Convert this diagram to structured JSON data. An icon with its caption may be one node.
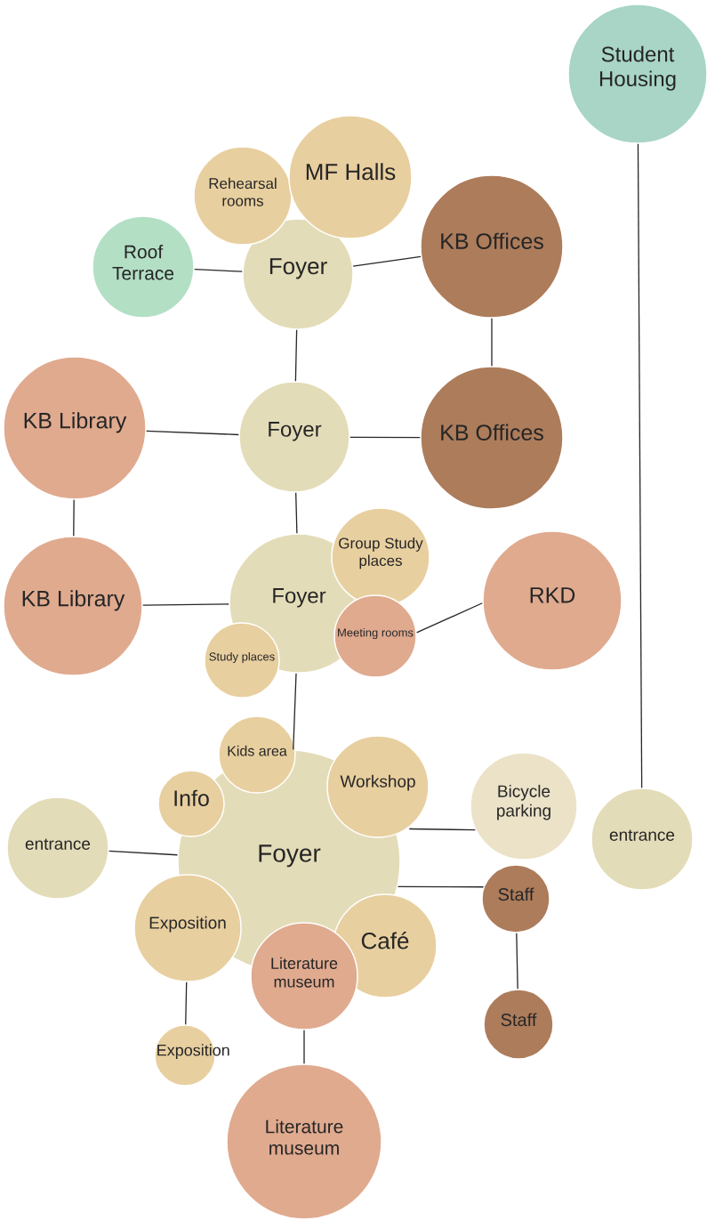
{
  "diagram": {
    "nodes": [
      {
        "text": [
          "Student Housing"
        ]
      },
      {
        "text": [
          "Rehearsal rooms"
        ]
      },
      {
        "text": [
          "MF Halls"
        ]
      },
      {
        "text": [
          "Roof Terrace"
        ]
      },
      {
        "text": [
          "Foyer"
        ]
      },
      {
        "text": [
          "KB Offices"
        ]
      },
      {
        "text": [
          "KB Library"
        ]
      },
      {
        "text": [
          "Foyer"
        ]
      },
      {
        "text": [
          "KB Offices"
        ]
      },
      {
        "text": [
          "KB Library"
        ]
      },
      {
        "text": [
          "Foyer"
        ]
      },
      {
        "text": [
          "Group Study places"
        ]
      },
      {
        "text": [
          "Meeting rooms"
        ]
      },
      {
        "text": [
          "Study places"
        ]
      },
      {
        "text": [
          "RKD"
        ]
      },
      {
        "text": [
          "Kids area"
        ]
      },
      {
        "text": [
          "Info"
        ]
      },
      {
        "text": [
          "Workshop"
        ]
      },
      {
        "text": [
          "Foyer"
        ]
      },
      {
        "text": [
          "Bicycle parking"
        ]
      },
      {
        "text": [
          "entrance"
        ]
      },
      {
        "text": [
          "entrance"
        ]
      },
      {
        "text": [
          "Exposition"
        ]
      },
      {
        "text": [
          "Café"
        ]
      },
      {
        "text": [
          "Staff"
        ]
      },
      {
        "text": [
          "Literature museum"
        ]
      },
      {
        "text": [
          "Staff"
        ]
      },
      {
        "text": [
          "Exposition"
        ]
      },
      {
        "text": [
          "Literature museum"
        ]
      }
    ],
    "edges": [
      {
        "from": 3,
        "to": 4,
        "arrow": "none"
      },
      {
        "from": 4,
        "to": 5,
        "arrow": "none"
      },
      {
        "from": 4,
        "to": 7,
        "arrow": "none"
      },
      {
        "from": 5,
        "to": 8,
        "arrow": "none"
      },
      {
        "from": 6,
        "to": 7,
        "arrow": "none"
      },
      {
        "from": 7,
        "to": 8,
        "arrow": "none"
      },
      {
        "from": 6,
        "to": 9,
        "arrow": "none"
      },
      {
        "from": 7,
        "to": 10,
        "arrow": "none"
      },
      {
        "from": 9,
        "to": 10,
        "arrow": "none"
      },
      {
        "from": 12,
        "to": 14,
        "arrow": "none"
      },
      {
        "from": 10,
        "to": 18,
        "arrow": "none"
      },
      {
        "from": 20,
        "to": 18,
        "arrow": "none"
      },
      {
        "from": 18,
        "to": 19,
        "arrow": "none"
      },
      {
        "from": 18,
        "to": 24,
        "arrow": "none"
      },
      {
        "from": 24,
        "to": 26,
        "arrow": "none"
      },
      {
        "from": 22,
        "to": 27,
        "arrow": "none"
      },
      {
        "from": 25,
        "to": 28,
        "arrow": "none"
      },
      {
        "from": 0,
        "to": 21,
        "arrow": "none"
      }
    ]
  }
}
